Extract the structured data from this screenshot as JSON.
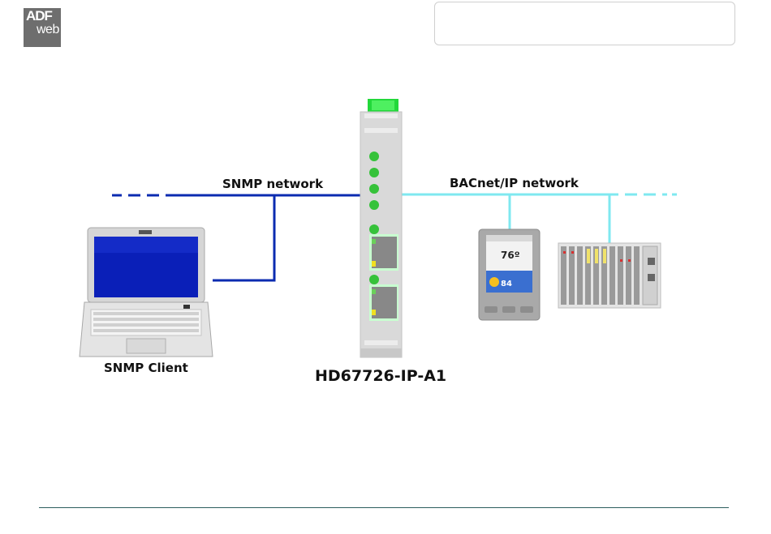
{
  "logo": {
    "line1": "ADF",
    "line2": "web"
  },
  "networks": {
    "left": "SNMP network",
    "right": "BACnet/IP network"
  },
  "devices": {
    "client_label": "SNMP Client",
    "gateway_label": "HD67726-IP-A1",
    "thermostat_temp": "76º",
    "thermostat_outdoor": "84"
  },
  "colors": {
    "snmp_line": "#0b2bb0",
    "bacnet_line": "#7fe8f0",
    "gateway_body": "#d9d9d9",
    "led": "#36c23a",
    "connector": "#22d83a",
    "footer_line": "#2b5d5d"
  },
  "icons": [
    "laptop-icon",
    "gateway-device-icon",
    "thermostat-icon",
    "io-module-icon"
  ]
}
